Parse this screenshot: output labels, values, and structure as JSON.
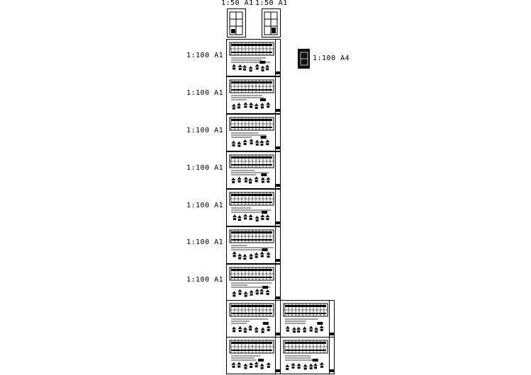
{
  "labels": {
    "top_left": "1:50  A1",
    "top_right": "1:50  A1",
    "a4": "1:100  A4",
    "rows": [
      "1:100  A1",
      "1:100  A1",
      "1:100  A1",
      "1:100  A1",
      "1:100  A1",
      "1:100  A1",
      "1:100  A1"
    ]
  }
}
